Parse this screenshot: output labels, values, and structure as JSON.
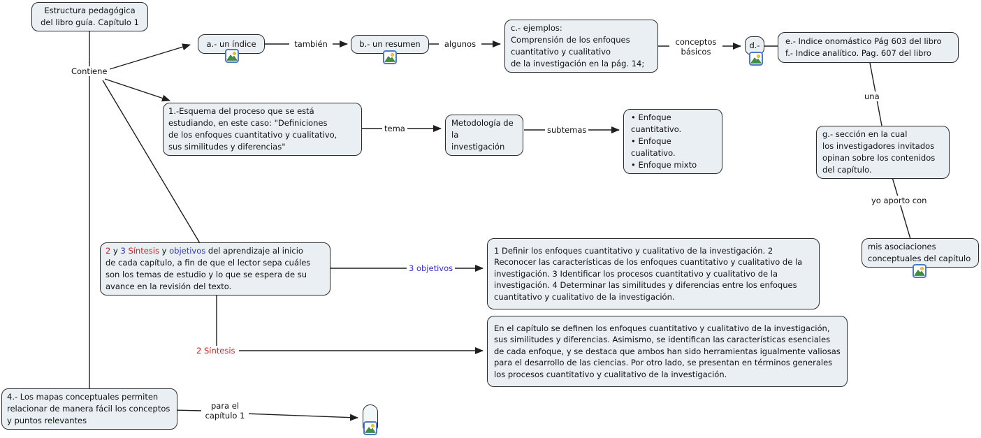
{
  "diagram": {
    "title": "Estructura pedagógica del libro guía. Capítulo 1",
    "colors": {
      "node_fill": "#e9eff2",
      "node_border": "#2b2b2b",
      "text": "#111111",
      "red": "#cc2222",
      "blue": "#3333cc",
      "line": "#1f1f1f",
      "icon_frame": "#4d79c9"
    },
    "nodes": {
      "root": {
        "label": "Estructura pedagógica\ndel libro guía. Capítulo 1"
      },
      "indice": {
        "label": "a.- un índice",
        "icon": "image"
      },
      "resumen": {
        "label": "b.- un resumen",
        "icon": "image"
      },
      "ejemplos": {
        "label": "c.- ejemplos:\nComprensión de los enfoques\ncuantitativo y cualitativo\nde la investigación en la pág. 14;"
      },
      "d": {
        "label": "d.-",
        "icon": "image"
      },
      "indices_ef": {
        "label": "e.- Indice onomástico Pág 603 del libro\nf.- Indice analítico. Pag. 607 del libro"
      },
      "seccion_g": {
        "label": "g.- sección en la cual\nlos investigadores invitados\nopinan sobre los contenidos\ndel capítulo."
      },
      "asociaciones": {
        "label": "mis asociaciones\nconceptuales del capítulo",
        "icon": "image"
      },
      "esquema": {
        "label": "1.-Esquema del proceso que se está\nestudiando, en este caso: \"Definiciones\nde los enfoques cuantitativo y cualitativo,\nsus similitudes y diferencias\""
      },
      "metodologia": {
        "label": "Metodología de la\ninvestigación"
      },
      "enfoques": {
        "label": "• Enfoque cuantitativo.\n• Enfoque cualitativo.\n• Enfoque mixto"
      },
      "sintesis_objetivos": {
        "segments": [
          {
            "text": "2",
            "color": "red"
          },
          {
            "text": " y ",
            "color": "text"
          },
          {
            "text": "3",
            "color": "blue"
          },
          {
            "text": "  ",
            "color": "text"
          },
          {
            "text": "Síntesis",
            "color": "red"
          },
          {
            "text": " y ",
            "color": "text"
          },
          {
            "text": "objetivos",
            "color": "blue"
          },
          {
            "text": " del aprendizaje al inicio\nde cada capítulo, a fin de que el lector sepa cuáles\nson los temas de estudio y lo que se espera de su\navance en la revisión del texto.",
            "color": "text"
          }
        ]
      },
      "objetivos_lista": {
        "label": "1 Definir los enfoques cuantitativo y cualitativo de la investigación.\n2 Reconocer las características de los enfoques cuantitativo y cualitativo\nde la investigación.\n3 Identificar los procesos cuantitativo y cualitativo de la investigación.\n4 Determinar las similitudes y diferencias entre los enfoques cuantitativo y\ncualitativo de la investigación."
      },
      "sintesis_texto": {
        "label": "En el capítulo se definen los enfoques cuantitativo y cualitativo de la investigación,\nsus similitudes y diferencias. Asimismo, se identifican las características\nesenciales de cada enfoque, y se destaca que ambos han sido herramientas\nigualmente valiosas para el desarrollo de las ciencias. Por otro lado,\nse presentan en términos generales los procesos cuantitativo y cualitativo de\nla investigación."
      },
      "mapas": {
        "label": "4.- Los mapas conceptuales permiten\nrelacionar de manera fácil los conceptos\ny puntos relevantes"
      },
      "anexo": {
        "label": "",
        "icon": "image"
      }
    },
    "links": {
      "contiene": "Contiene",
      "tambien": "también",
      "algunos": "algunos",
      "conceptos_basicos": "conceptos\nbásicos",
      "una": "una",
      "yo_aporto": "yo aporto con",
      "tema": "tema",
      "subtemas": "subtemas",
      "tres_objetivos": "3 objetivos",
      "dos_sintesis": "2 Síntesis",
      "para_el": "para el\ncapítulo 1"
    }
  }
}
